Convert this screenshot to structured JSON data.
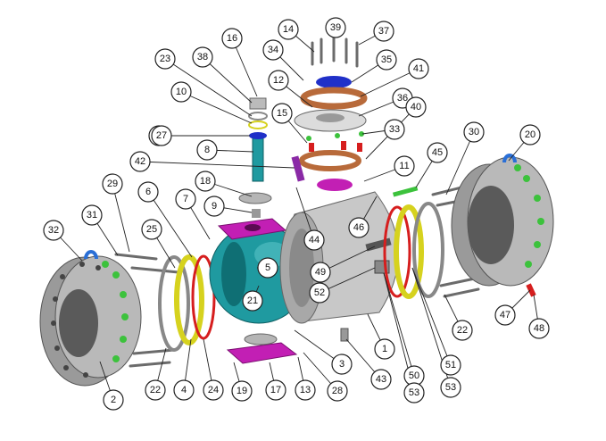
{
  "callouts": [
    "1",
    "2",
    "3",
    "4",
    "5",
    "6",
    "7",
    "8",
    "9",
    "10",
    "11",
    "12",
    "13",
    "14",
    "15",
    "16",
    "17",
    "18",
    "19",
    "20",
    "21",
    "22",
    "22",
    "23",
    "24",
    "25",
    "26",
    "27",
    "28",
    "29",
    "30",
    "31",
    "32",
    "33",
    "34",
    "35",
    "36",
    "37",
    "38",
    "39",
    "40",
    "41",
    "42",
    "43",
    "44",
    "45",
    "46",
    "47",
    "48",
    "49",
    "50",
    "51",
    "52",
    "53",
    "53"
  ],
  "colors": {
    "body_grey": "#c8c8c8",
    "ball_teal": "#1f9aa0",
    "seat_magenta": "#c21fb4",
    "bolt_green": "#3cc23c",
    "gasket_yellow": "#d6d21e",
    "oring_red": "#d61e1e",
    "gland_blue": "#2030c8",
    "gasket_copper": "#b86a3a",
    "eye_blue": "#2a6fd6"
  }
}
